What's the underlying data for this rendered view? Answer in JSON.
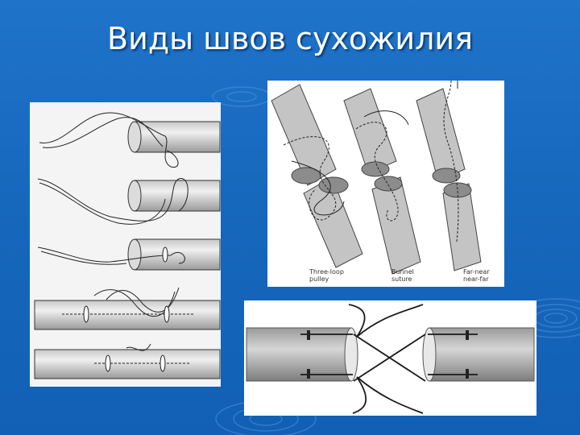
{
  "slide": {
    "title": "Виды швов сухожилия",
    "background_color": "#1668bd",
    "title_color": "#ffffff"
  },
  "figures": {
    "left_panel": {
      "description_icon": "tendon-suture-steps-illustration"
    },
    "right_top_panel": {
      "captions": [
        "Three-loop\npulley",
        "Bunnel\nsuture",
        "Far-near\nnear-far"
      ]
    },
    "right_bottom_panel": {
      "description_icon": "tendon-ends-cross-suture-illustration"
    }
  }
}
